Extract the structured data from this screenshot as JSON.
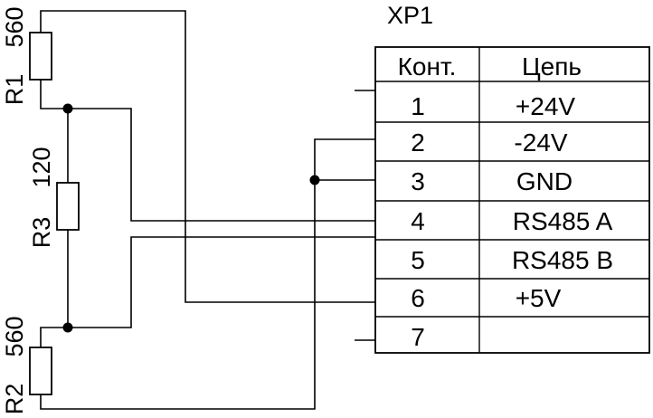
{
  "connector": {
    "designator": "XP1",
    "header_contact": "Конт.",
    "header_circuit": "Цепь",
    "rows": [
      {
        "contact": "1",
        "circuit": "+24V"
      },
      {
        "contact": "2",
        "circuit": "-24V"
      },
      {
        "contact": "3",
        "circuit": "GND"
      },
      {
        "contact": "4",
        "circuit": "RS485 A"
      },
      {
        "contact": "5",
        "circuit": "RS485 B"
      },
      {
        "contact": "6",
        "circuit": "+5V"
      },
      {
        "contact": "7",
        "circuit": ""
      }
    ]
  },
  "resistors": {
    "r1": {
      "designator": "R1",
      "value": "560"
    },
    "r2": {
      "designator": "R2",
      "value": "560"
    },
    "r3": {
      "designator": "R3",
      "value": "120"
    }
  }
}
